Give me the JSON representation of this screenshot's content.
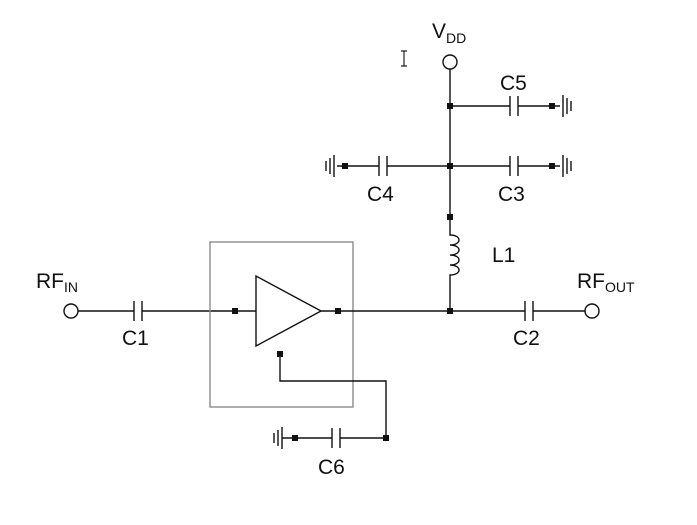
{
  "diagram": {
    "colors": {
      "line": "#111111",
      "box": "#8c8c8c",
      "background": "#ffffff"
    },
    "terminals": {
      "vdd": {
        "main": "V",
        "sub": "DD"
      },
      "rf_in": {
        "main": "RF",
        "sub": "IN"
      },
      "rf_out": {
        "main": "RF",
        "sub": "OUT"
      }
    },
    "components": {
      "c1": "C1",
      "c2": "C2",
      "c3": "C3",
      "c4": "C4",
      "c5": "C5",
      "c6": "C6",
      "l1": "L1"
    },
    "icons": [
      "ground-icon",
      "capacitor-icon",
      "inductor-icon",
      "amplifier-icon",
      "text-cursor-icon"
    ]
  }
}
